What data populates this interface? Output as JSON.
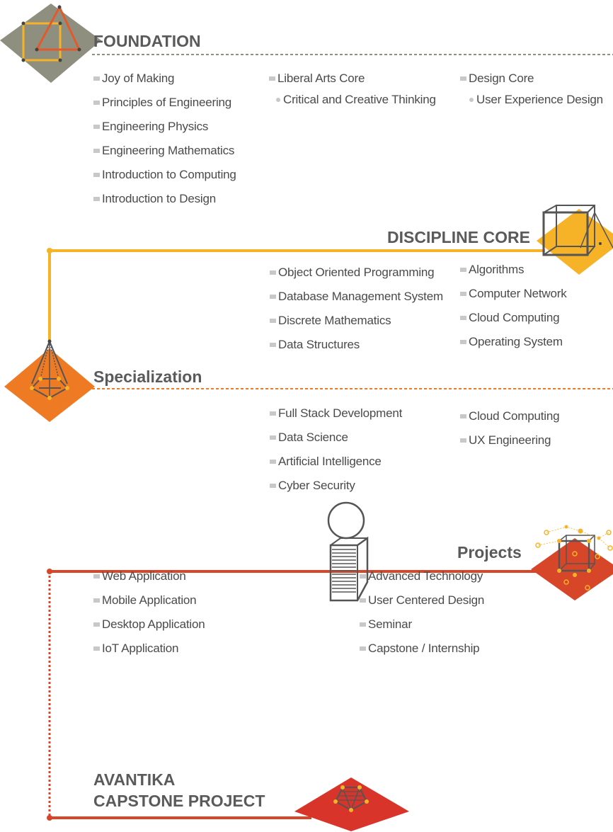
{
  "colors": {
    "foundation": "#8f8f80",
    "discipline": "#f7b328",
    "specialization": "#ef7a24",
    "projects": "#d8462a",
    "capstone": "#d8342a",
    "text": "#4a4a4a",
    "heading": "#5a5a5a"
  },
  "foundation": {
    "heading": "FOUNDATION",
    "col1": [
      "Joy of Making",
      "Principles of Engineering",
      "Engineering Physics",
      "Engineering Mathematics",
      "Introduction to Computing",
      "Introduction to Design"
    ],
    "col2_title": "Liberal Arts Core",
    "col2_sub": "Critical and Creative Thinking",
    "col3_title": "Design Core",
    "col3_sub": "User Experience Design"
  },
  "discipline": {
    "heading": "DISCIPLINE CORE",
    "col1": [
      "Object Oriented Programming",
      "Database Management System",
      "Discrete Mathematics",
      "Data Structures"
    ],
    "col2": [
      "Algorithms",
      "Computer Network",
      "Cloud Computing",
      "Operating System"
    ]
  },
  "specialization": {
    "heading": "Specialization",
    "col1": [
      "Full Stack Development",
      "Data Science",
      "Artificial Intelligence",
      "Cyber Security"
    ],
    "col2": [
      "Cloud Computing",
      "UX Engineering"
    ]
  },
  "projects": {
    "heading": "Projects",
    "col1": [
      "Web Application",
      "Mobile Application",
      "Desktop Application",
      "IoT Application"
    ],
    "col2": [
      "Advanced Technology",
      "User Centered Design",
      "Seminar",
      "Capstone / Internship"
    ]
  },
  "capstone": {
    "heading_line1": "AVANTIKA",
    "heading_line2": "CAPSTONE PROJECT"
  }
}
